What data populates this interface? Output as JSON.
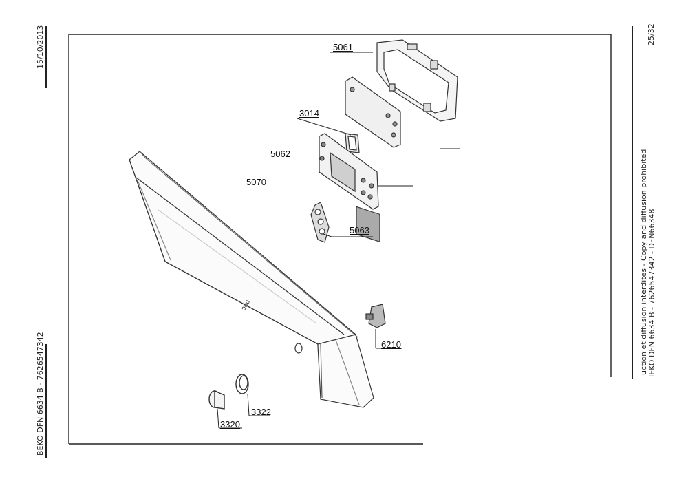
{
  "left_margin": {
    "date": "15/10/2013",
    "model_ref": "BEKO DFN 6634 B - 7626547342"
  },
  "right_margin": {
    "page_number": "25/32",
    "copyright_line1": "luction et diffusion interdites - Copy and diffusion prohibited",
    "copyright_line2": "IEKO DFN 6634 B - 7626547342 - DFN66348"
  },
  "callouts": {
    "c5061": "5061",
    "c3014": "3014",
    "c5062": "5062",
    "c5070": "5070",
    "c5063": "5063",
    "c6210": "6210",
    "c3322": "3322",
    "c3320": "3320"
  },
  "panel_marking": "ɔoc"
}
